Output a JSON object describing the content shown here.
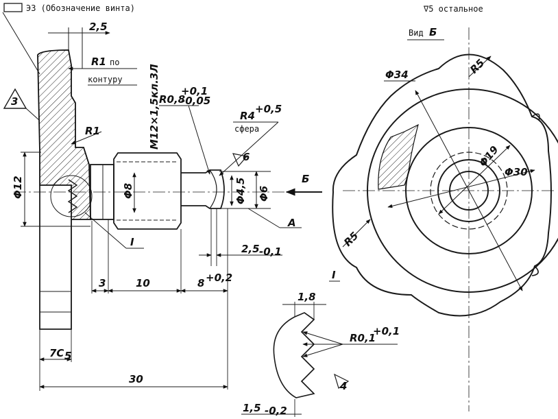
{
  "header": {
    "designation_box_label": "Э3 (Обозначение винта)",
    "roughness_rest": "∇5 остальное"
  },
  "view_b": {
    "title_prefix": "Вид",
    "title_letter": "Б",
    "dims": {
      "r5_top": "R5",
      "r5_left": "R5",
      "d34": "Φ34",
      "d19": "Φ19",
      "d30": "Φ30"
    }
  },
  "section": {
    "dim_2_5_top": "2,5",
    "r1_contour_a": "R1",
    "r1_contour_b": "по",
    "r1_contour_c": "контуру",
    "mark_3": "3",
    "r1": "R1",
    "thread": "M12×1,5кл.3Л",
    "r08": "R0,8",
    "r08_up": "+0,1",
    "r08_dn": "-0,05",
    "r4": "R4",
    "r4_tol": "+0,5",
    "sphere": "сфера",
    "rough6": "6",
    "d12": "Φ12",
    "d8": "Φ8",
    "d45": "Φ4,5",
    "d6": "Φ6",
    "arrow_b": "Б",
    "label_a": "А",
    "detail_i": "I",
    "dim_2_5_bot": "2,5",
    "dim_2_5_bot_tol": "-0,1",
    "dim_3": "3",
    "dim_10": "10",
    "dim_8": "8",
    "dim_8_tol": "+0,2",
    "dim_7c": "7C",
    "dim_7c_sub": "5",
    "dim_30": "30"
  },
  "detail": {
    "title": "I",
    "dim_1_8": "1,8",
    "r01": "R0,1",
    "r01_tol": "+0,1",
    "rough4": "4",
    "dim_1_5": "1,5",
    "dim_1_5_tol": "-0,2"
  }
}
